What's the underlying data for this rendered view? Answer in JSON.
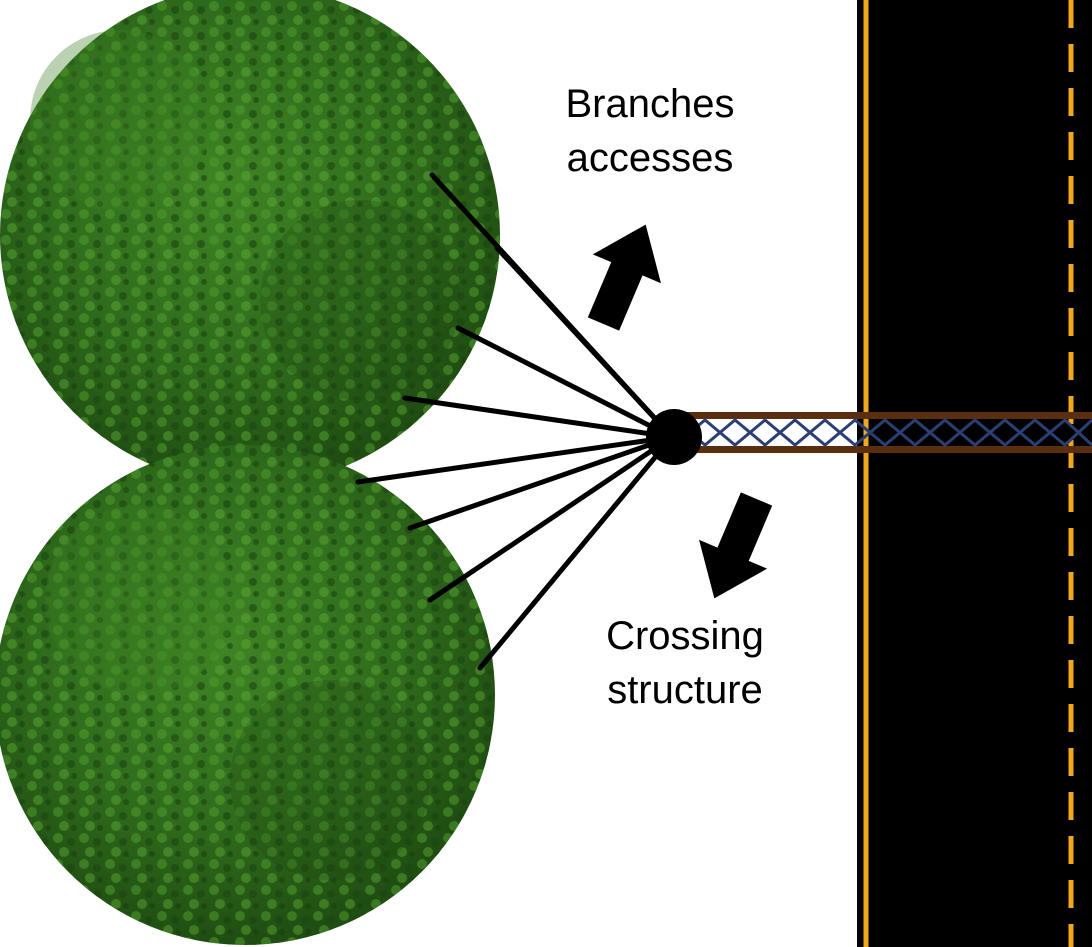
{
  "labels": {
    "branches_line1": "Branches",
    "branches_line2": "accesses",
    "crossing_line1": "Crossing",
    "crossing_line2": "structure"
  },
  "colors": {
    "background": "#ffffff",
    "foliage_dark": "#1f4d12",
    "foliage_mid": "#2f6b1c",
    "foliage_light": "#4f9a2c",
    "road": "#000000",
    "road_line": "#f2a81d",
    "bridge_rail": "#5a2e0e",
    "bridge_mesh": "#2b3f73",
    "cable": "#000000"
  },
  "icons": {
    "arrow_up": "arrow-up-right-icon",
    "arrow_down": "arrow-down-left-icon"
  }
}
